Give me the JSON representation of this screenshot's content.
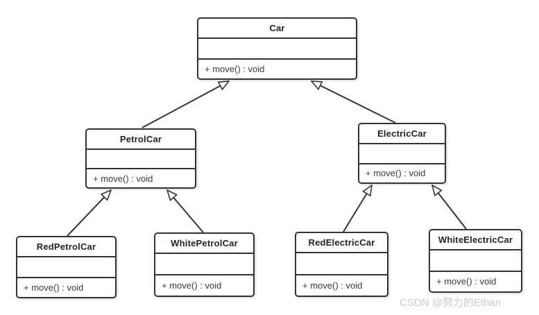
{
  "diagram": {
    "type": "uml-class-diagram",
    "classes": [
      {
        "id": "car",
        "name": "Car",
        "attributes": [],
        "methods": [
          "+ move() : void"
        ]
      },
      {
        "id": "petrolcar",
        "name": "PetrolCar",
        "attributes": [],
        "methods": [
          "+ move() : void"
        ]
      },
      {
        "id": "electriccar",
        "name": "ElectricCar",
        "attributes": [],
        "methods": [
          "+ move() : void"
        ]
      },
      {
        "id": "redpetrolcar",
        "name": "RedPetrolCar",
        "attributes": [],
        "methods": [
          "+ move() : void"
        ]
      },
      {
        "id": "whitepetrolcar",
        "name": "WhitePetrolCar",
        "attributes": [],
        "methods": [
          "+ move() : void"
        ]
      },
      {
        "id": "redelectriccar",
        "name": "RedElectricCar",
        "attributes": [],
        "methods": [
          "+ move() : void"
        ]
      },
      {
        "id": "whiteelectriccar",
        "name": "WhiteElectricCar",
        "attributes": [],
        "methods": [
          "+ move() : void"
        ]
      }
    ],
    "relations": [
      {
        "child": "PetrolCar",
        "parent": "Car",
        "type": "generalization"
      },
      {
        "child": "ElectricCar",
        "parent": "Car",
        "type": "generalization"
      },
      {
        "child": "RedPetrolCar",
        "parent": "PetrolCar",
        "type": "generalization"
      },
      {
        "child": "WhitePetrolCar",
        "parent": "PetrolCar",
        "type": "generalization"
      },
      {
        "child": "RedElectricCar",
        "parent": "ElectricCar",
        "type": "generalization"
      },
      {
        "child": "WhiteElectricCar",
        "parent": "ElectricCar",
        "type": "generalization"
      }
    ]
  },
  "watermark": {
    "text": "CSDN @努力的Ethan"
  },
  "colors": {
    "line": "#333333",
    "text": "#3a3a3a",
    "background": "#ffffff",
    "watermark": "#c9c9c9"
  }
}
